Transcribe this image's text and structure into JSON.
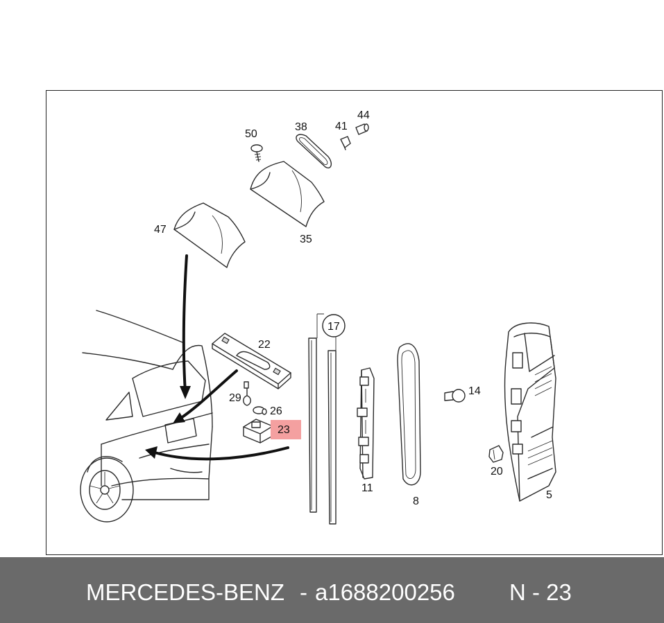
{
  "diagram": {
    "labels": {
      "p50": "50",
      "p38": "38",
      "p41": "41",
      "p44": "44",
      "p47": "47",
      "p35": "35",
      "p17": "17",
      "p22": "22",
      "p29": "29",
      "p26": "26",
      "p23": "23",
      "p14": "14",
      "p11": "11",
      "p8": "8",
      "p20": "20",
      "p5": "5"
    },
    "highlight_color": "#f4a0a0"
  },
  "footer": {
    "brand": "MERCEDES-BENZ",
    "separator": "-",
    "part_number": "a1688200256",
    "position": "N - 23",
    "background": "#6a6a6a"
  }
}
